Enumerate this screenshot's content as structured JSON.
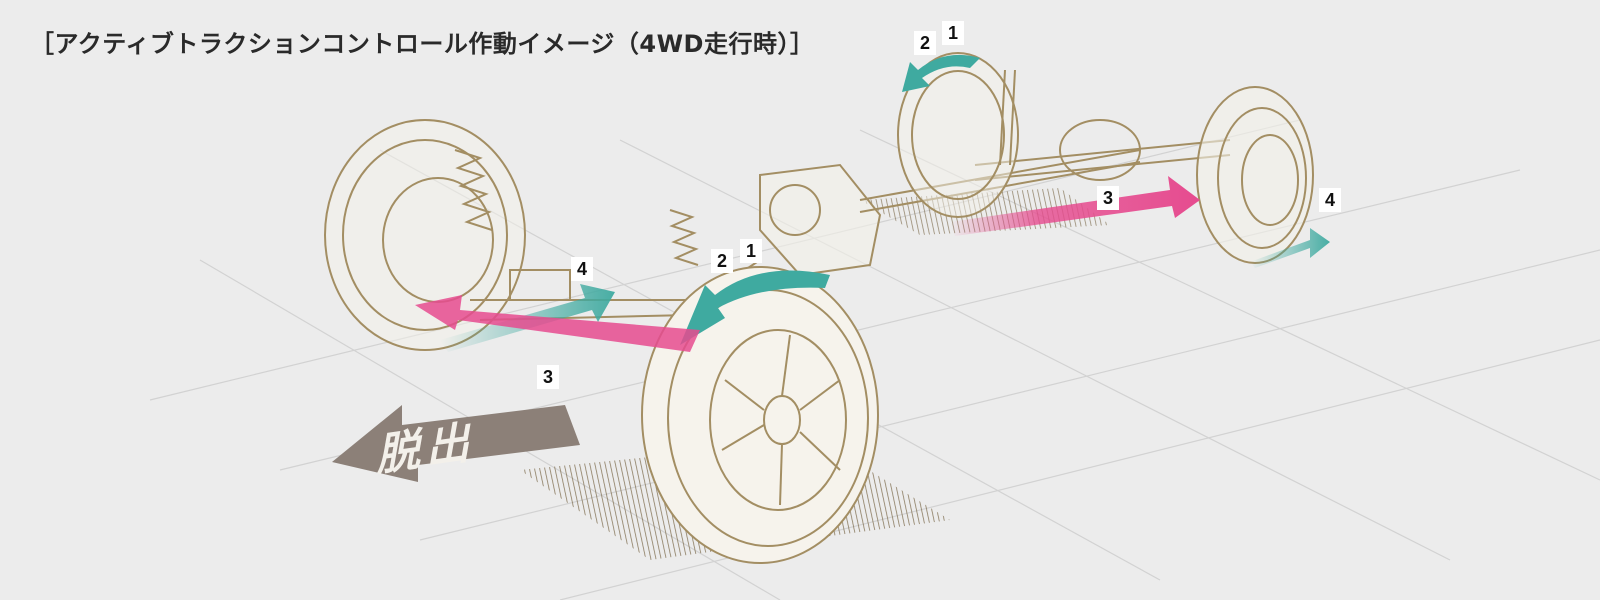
{
  "title": "［アクティブトラクションコントロール作動イメージ（4WD走行時）］",
  "exit_label": "脱出",
  "step_labels": {
    "rear_left_2": "2",
    "rear_left_1": "1",
    "rear_right_3": "3",
    "rear_right_4": "4",
    "front_left_4": "4",
    "front_right_2": "2",
    "front_right_1": "1",
    "front_left_3": "3"
  },
  "colors": {
    "background": "#ececec",
    "drivetrain_line": "#a38e63",
    "torque_arrow": "#e64b8f",
    "brake_arrow": "#3faaa0",
    "exit_arrow": "#8c8078",
    "mud_hatch": "#7a6848"
  },
  "icons": {
    "exit_arrow": "left-arrow-icon",
    "torque_arrow": "right-arrow-icon",
    "rotation_arrow": "curved-arrow-icon"
  }
}
